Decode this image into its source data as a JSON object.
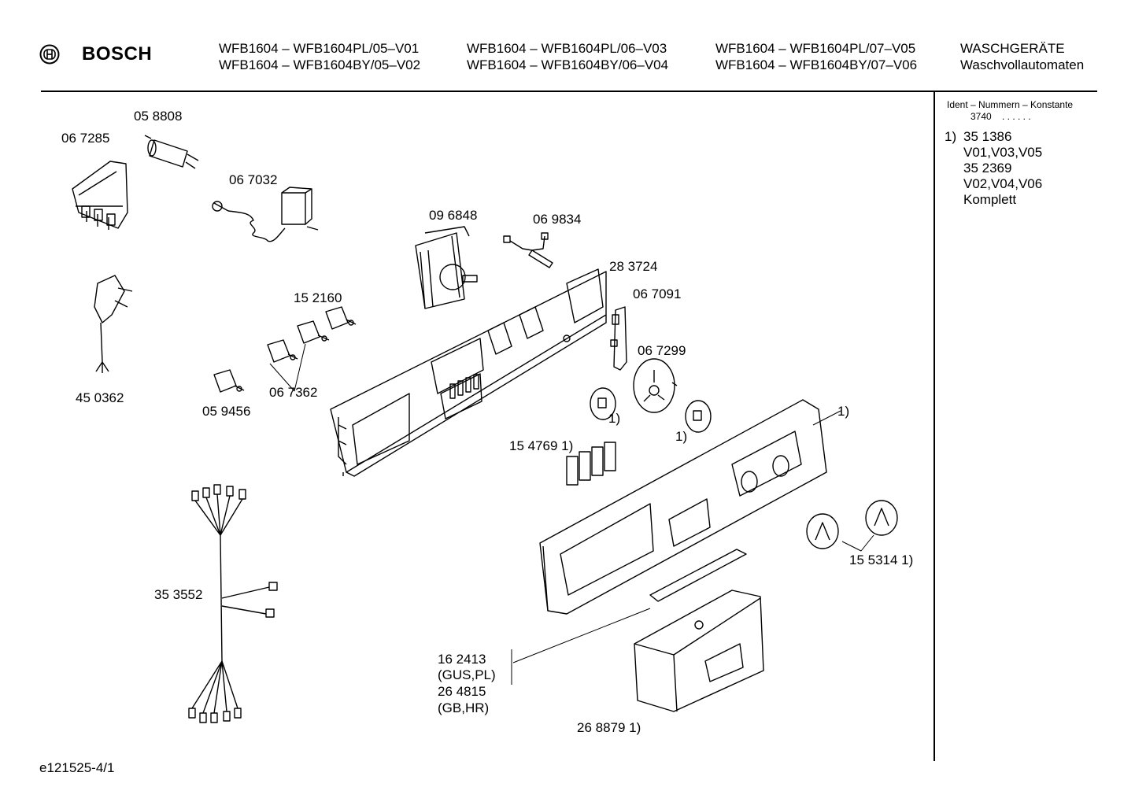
{
  "header": {
    "brand": "BOSCH",
    "models": [
      [
        "WFB1604 – WFB1604PL/05–V01",
        "WFB1604 – WFB1604BY/05–V02"
      ],
      [
        "WFB1604 – WFB1604PL/06–V03",
        "WFB1604 – WFB1604BY/06–V04"
      ],
      [
        "WFB1604 – WFB1604PL/07–V05",
        "WFB1604 – WFB1604BY/07–V06"
      ]
    ],
    "category": [
      "WASCHGERÄTE",
      "Waschvollautomaten"
    ]
  },
  "sidebar": {
    "title": "Ident – Nummern – Konstante",
    "code": "3740",
    "dots": ". .   . . . .",
    "note_marker": "1)",
    "lines": [
      "35 1386",
      "V01,V03,V05",
      "35 2369",
      "V02,V04,V06",
      "Komplett"
    ]
  },
  "parts": [
    "05 8808",
    "06 7285",
    "06 7032",
    "09 6848",
    "06 9834",
    "28 3724",
    "06 7091",
    "15 2160",
    "06 7299",
    "45 0362",
    "06 7362",
    "05 9456",
    "1)",
    "1)",
    "1)",
    "15 4769 1)",
    "35 3552",
    "15 5314 1)",
    "16 2413",
    "(GUS,PL)",
    "26 4815",
    "(GB,HR)",
    "26 8879 1)"
  ],
  "footer": {
    "code": "e121525-4/1"
  }
}
